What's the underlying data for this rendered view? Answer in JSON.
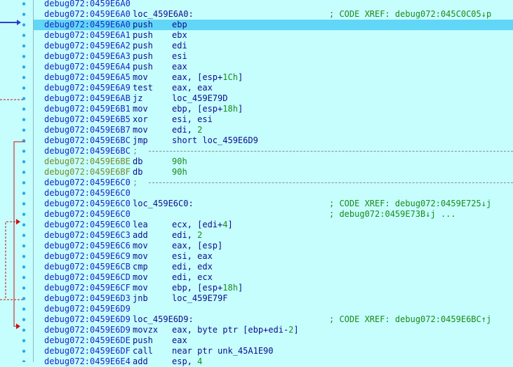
{
  "lines": [
    {
      "addr": "debug072:0459E6A0",
      "kind": "blank"
    },
    {
      "addr": "debug072:0459E6A0",
      "kind": "label",
      "label": "loc_459E6A0:",
      "comment": "; CODE XREF: debug072:045C0C05↓p"
    },
    {
      "addr": "debug072:0459E6A0",
      "kind": "ins",
      "mn": "push",
      "ops": [
        "ebp"
      ],
      "selected": true
    },
    {
      "addr": "debug072:0459E6A1",
      "kind": "ins",
      "mn": "push",
      "ops": [
        "ebx"
      ]
    },
    {
      "addr": "debug072:0459E6A2",
      "kind": "ins",
      "mn": "push",
      "ops": [
        "edi"
      ]
    },
    {
      "addr": "debug072:0459E6A3",
      "kind": "ins",
      "mn": "push",
      "ops": [
        "esi"
      ]
    },
    {
      "addr": "debug072:0459E6A4",
      "kind": "ins",
      "mn": "push",
      "ops": [
        "eax"
      ]
    },
    {
      "addr": "debug072:0459E6A5",
      "kind": "ins",
      "mn": "mov",
      "ops": [
        "eax, [esp+",
        "1Ch",
        "]"
      ]
    },
    {
      "addr": "debug072:0459E6A9",
      "kind": "ins",
      "mn": "test",
      "ops": [
        "eax, eax"
      ]
    },
    {
      "addr": "debug072:0459E6AB",
      "kind": "ins",
      "mn": "jz",
      "ops": [
        "loc_459E79D"
      ]
    },
    {
      "addr": "debug072:0459E6B1",
      "kind": "ins",
      "mn": "mov",
      "ops": [
        "ebp, [esp+",
        "18h",
        "]"
      ]
    },
    {
      "addr": "debug072:0459E6B5",
      "kind": "ins",
      "mn": "xor",
      "ops": [
        "esi, esi"
      ]
    },
    {
      "addr": "debug072:0459E6B7",
      "kind": "ins",
      "mn": "mov",
      "ops": [
        "edi, ",
        "2"
      ]
    },
    {
      "addr": "debug072:0459E6BC",
      "kind": "ins",
      "mn": "jmp",
      "ops": [
        "short loc_459E6D9"
      ]
    },
    {
      "addr": "debug072:0459E6BC",
      "kind": "sep",
      "text": ";"
    },
    {
      "addr": "debug072:0459E6BE",
      "kind": "data",
      "mn": "db",
      "ops": [
        "",
        "90h"
      ]
    },
    {
      "addr": "debug072:0459E6BF",
      "kind": "data",
      "mn": "db",
      "ops": [
        "",
        "90h"
      ]
    },
    {
      "addr": "debug072:0459E6C0",
      "kind": "sep",
      "text": ";"
    },
    {
      "addr": "debug072:0459E6C0",
      "kind": "blank"
    },
    {
      "addr": "debug072:0459E6C0",
      "kind": "label",
      "label": "loc_459E6C0:",
      "comment": "; CODE XREF: debug072:0459E725↓j"
    },
    {
      "addr": "debug072:0459E6C0",
      "kind": "comment",
      "comment": "; debug072:0459E73B↓j ..."
    },
    {
      "addr": "debug072:0459E6C0",
      "kind": "ins",
      "mn": "lea",
      "ops": [
        "ecx, [edi+",
        "4",
        "]"
      ]
    },
    {
      "addr": "debug072:0459E6C3",
      "kind": "ins",
      "mn": "add",
      "ops": [
        "edi, ",
        "2"
      ]
    },
    {
      "addr": "debug072:0459E6C6",
      "kind": "ins",
      "mn": "mov",
      "ops": [
        "eax, [esp]"
      ]
    },
    {
      "addr": "debug072:0459E6C9",
      "kind": "ins",
      "mn": "mov",
      "ops": [
        "esi, eax"
      ]
    },
    {
      "addr": "debug072:0459E6CB",
      "kind": "ins",
      "mn": "cmp",
      "ops": [
        "edi, edx"
      ]
    },
    {
      "addr": "debug072:0459E6CD",
      "kind": "ins",
      "mn": "mov",
      "ops": [
        "edi, ecx"
      ]
    },
    {
      "addr": "debug072:0459E6CF",
      "kind": "ins",
      "mn": "mov",
      "ops": [
        "ebp, [esp+",
        "18h",
        "]"
      ]
    },
    {
      "addr": "debug072:0459E6D3",
      "kind": "ins",
      "mn": "jnb",
      "ops": [
        "loc_459E79F"
      ]
    },
    {
      "addr": "debug072:0459E6D9",
      "kind": "blank"
    },
    {
      "addr": "debug072:0459E6D9",
      "kind": "label",
      "label": "loc_459E6D9:",
      "comment": "; CODE XREF: debug072:0459E6BC↑j"
    },
    {
      "addr": "debug072:0459E6D9",
      "kind": "ins",
      "mn": "movzx",
      "ops": [
        "eax, byte ptr [ebp+edi-",
        "2",
        "]"
      ]
    },
    {
      "addr": "debug072:0459E6DE",
      "kind": "ins",
      "mn": "push",
      "ops": [
        "eax"
      ]
    },
    {
      "addr": "debug072:0459E6DF",
      "kind": "ins",
      "mn": "call",
      "ops": [
        "near ptr unk_45A1E90"
      ]
    },
    {
      "addr": "debug072:0459E6E4",
      "kind": "ins",
      "mn": "add",
      "ops": [
        "esp, ",
        "4"
      ]
    }
  ],
  "colors": {
    "background": "#c6fefe",
    "selected_row": "#62d6f7",
    "address": "#1b25c7",
    "data_address": "#7a8a2a",
    "instruction": "#0d0d8a",
    "comment": "#1a8a1a",
    "arrow_red": "#c81010",
    "arrow_blue": "#2b3fd4"
  }
}
